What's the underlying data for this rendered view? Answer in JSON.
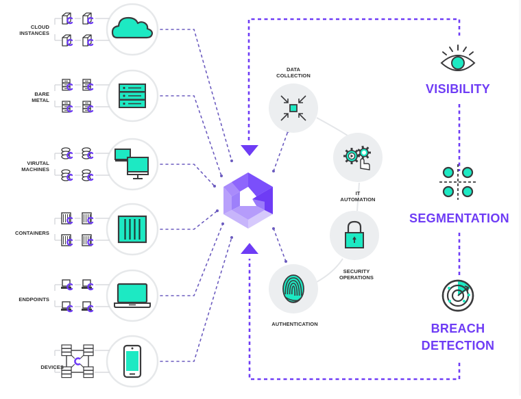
{
  "colors": {
    "purple": "#6e3cf5",
    "teal": "#1de9c3",
    "dark": "#3a3a3c",
    "circle_fill": "#eceef0",
    "circle_stroke": "#e6e8ea",
    "connector": "#6b5bbf"
  },
  "sources": [
    {
      "label_lines": [
        "CLOUD",
        "INSTANCES"
      ],
      "icon": "cloud-icon",
      "mini_icon": "cube-icon"
    },
    {
      "label_lines": [
        "BARE",
        "METAL"
      ],
      "icon": "server-rack-icon",
      "mini_icon": "server-icon"
    },
    {
      "label_lines": [
        "VIRUTAL",
        "MACHINES"
      ],
      "icon": "monitors-icon",
      "mini_icon": "database-icon"
    },
    {
      "label_lines": [
        "CONTAINERS"
      ],
      "icon": "container-icon",
      "mini_icon": "container-small-icon"
    },
    {
      "label_lines": [
        "ENDPOINTS"
      ],
      "icon": "laptop-icon",
      "mini_icon": "laptop-small-icon"
    },
    {
      "label_lines": [
        "DEVICES"
      ],
      "icon": "smartphone-icon",
      "mini_icon": "network-node-icon"
    }
  ],
  "center": {
    "logo": "guardicore-logo-icon"
  },
  "capabilities": [
    {
      "label_lines": [
        "DATA",
        "COLLECTION"
      ],
      "icon": "collect-arrows-icon"
    },
    {
      "label_lines": [
        "IT",
        "AUTOMATION"
      ],
      "icon": "gears-icon"
    },
    {
      "label_lines": [
        "SECURITY",
        "OPERATIONS"
      ],
      "icon": "padlock-icon"
    },
    {
      "label_lines": [
        "AUTHENTICATION"
      ],
      "icon": "fingerprint-icon"
    }
  ],
  "outcomes": [
    {
      "label_lines": [
        "VISIBILITY"
      ],
      "icon": "eye-icon"
    },
    {
      "label_lines": [
        "SEGMENTATION"
      ],
      "icon": "segmentation-icon"
    },
    {
      "label_lines": [
        "BREACH",
        "DETECTION"
      ],
      "icon": "radar-icon"
    }
  ]
}
